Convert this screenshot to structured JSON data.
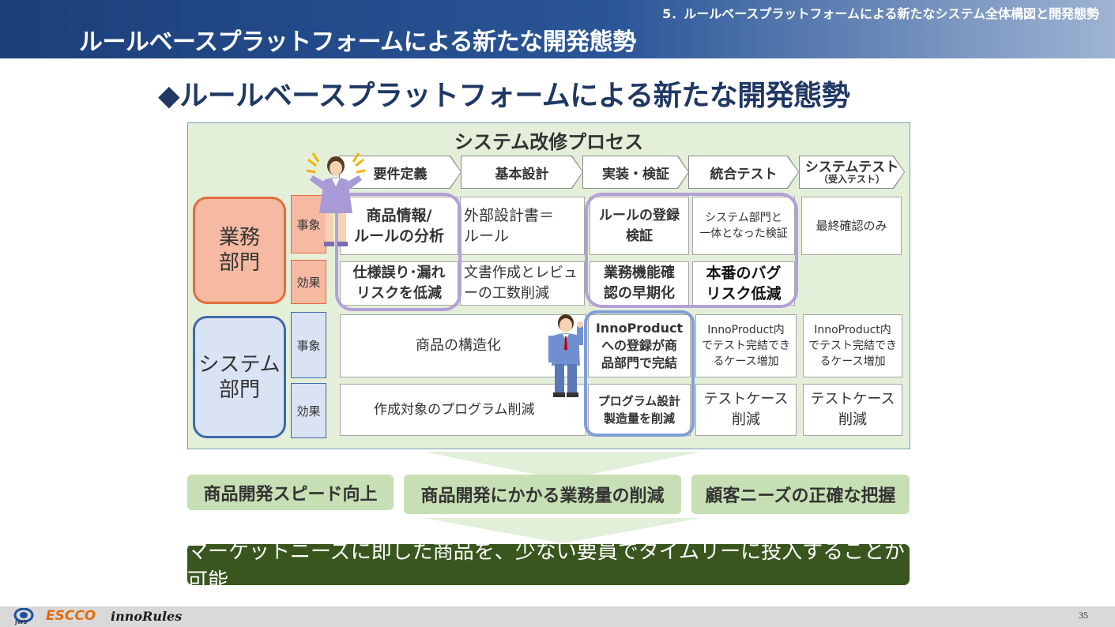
{
  "header": {
    "section": "5．ルールベースプラットフォームによる新たなシステム全体構図と開発態勢",
    "title": "ルールベースプラットフォームによる新たな開発態勢"
  },
  "main_title": "◆ルールベースプラットフォームによる新たな開発態勢",
  "process": {
    "title": "システム改修プロセス",
    "phases": [
      {
        "label": "要件定義"
      },
      {
        "label": "基本設計"
      },
      {
        "label": "実装・検証"
      },
      {
        "label": "統合テスト"
      },
      {
        "label": "システムテスト",
        "sub": "（受入テスト）"
      }
    ]
  },
  "business": {
    "dept": "業務\n部門",
    "row_event": "事象",
    "row_effect": "効果",
    "event_cells": [
      "商品情報/\nルールの分析",
      "外部設計書＝\nルール",
      "ルールの登録\n検証",
      "システム部門と\n一体となった検証",
      "最終確認のみ"
    ],
    "effect_cells": [
      "仕様誤り･漏れ\nリスクを低減",
      "文書作成とレビュ\nーの工数削減",
      "業務機能確\n認の早期化",
      "本番のバグ\nリスク低減"
    ]
  },
  "system": {
    "dept": "システム\n部門",
    "row_event": "事象",
    "row_effect": "効果",
    "event_cells": [
      "商品の構造化",
      "InnoProduct\nへの登録が商\n品部門で完結",
      "InnoProduct内\nでテスト完結でき\nるケース増加",
      "InnoProduct内\nでテスト完結でき\nるケース増加"
    ],
    "effect_cells": [
      "作成対象のプログラム削減",
      "プログラム設計\n製造量を削減",
      "テストケース\n削減",
      "テストケース\n削減"
    ]
  },
  "results": [
    "商品開発スピード向上",
    "商品開発にかかる業務量の削減",
    "顧客ニーズの正確な把握"
  ],
  "conclusion": "マーケットニーズに即した商品を、少ない要員でタイムリーに投入することが可能",
  "footer": {
    "logo_jws": "JWS",
    "logo_escco": "ESCCO",
    "logo_inno": "innoRules",
    "page": "35"
  },
  "colors": {
    "header_blue": "#1c3f7a",
    "title_navy": "#1f3864",
    "panel_green": "#e4efd9",
    "business_orange": "#e46c3d",
    "business_fill": "#f6b9a2",
    "system_blue": "#3e69a8",
    "system_fill": "#dae3f3",
    "ring_purple": "#b4a0d8",
    "ring_blue": "#7f9fd6",
    "result_green": "#c6dfb4",
    "final_green": "#38561d"
  }
}
